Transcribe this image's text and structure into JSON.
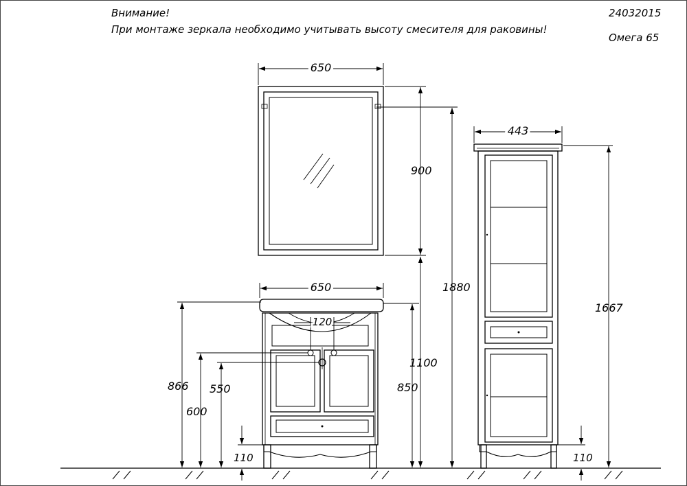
{
  "notes": {
    "warning_title": "Внимание!",
    "warning_text": "При монтаже зеркала необходимо учитывать высоту смесителя для раковины!",
    "doc_code": "24032015",
    "model": "Омега  65"
  },
  "dimensions": {
    "mirror_width": "650",
    "mirror_height": "900",
    "mirror_top_height": "1880",
    "sink_width": "650",
    "faucet_spacing": "120",
    "sink_total_height": "866",
    "faucet_height": "600",
    "drain_height": "550",
    "vanity_leg": "110",
    "vanity_height": "850",
    "mirror_bottom_height": "1100",
    "cabinet_width": "443",
    "cabinet_height": "1667",
    "cabinet_leg": "110"
  },
  "colors": {
    "line": "#000000",
    "page": "#ffffff"
  }
}
